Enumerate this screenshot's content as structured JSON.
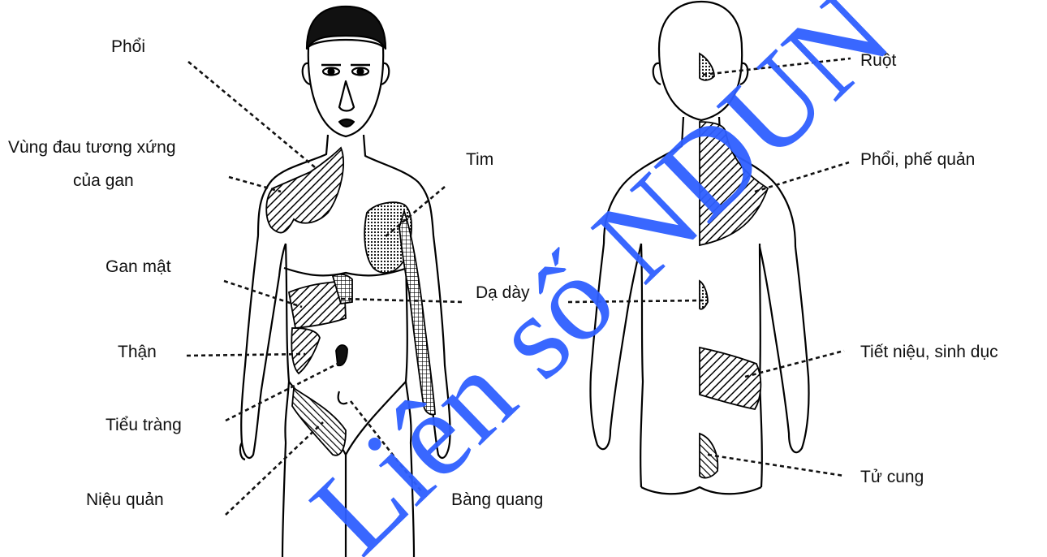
{
  "labels": {
    "lung": "Phổi",
    "liver_ref_1": "Vùng đau tương xứng",
    "liver_ref_2": "của gan",
    "heart": "Tim",
    "gallbladder": "Gan mật",
    "stomach": "Dạ dày",
    "kidney": "Thận",
    "small_intestine": "Tiểu tràng",
    "ureter": "Niệu quản",
    "bladder": "Bàng quang",
    "intestine": "Ruột",
    "lung_bronchi": "Phổi, phế quản",
    "urogenital": "Tiết niệu, sinh dục",
    "uterus": "Tử cung"
  },
  "watermark": {
    "text": "Liên số NDUN",
    "color": "#2f5fff"
  }
}
